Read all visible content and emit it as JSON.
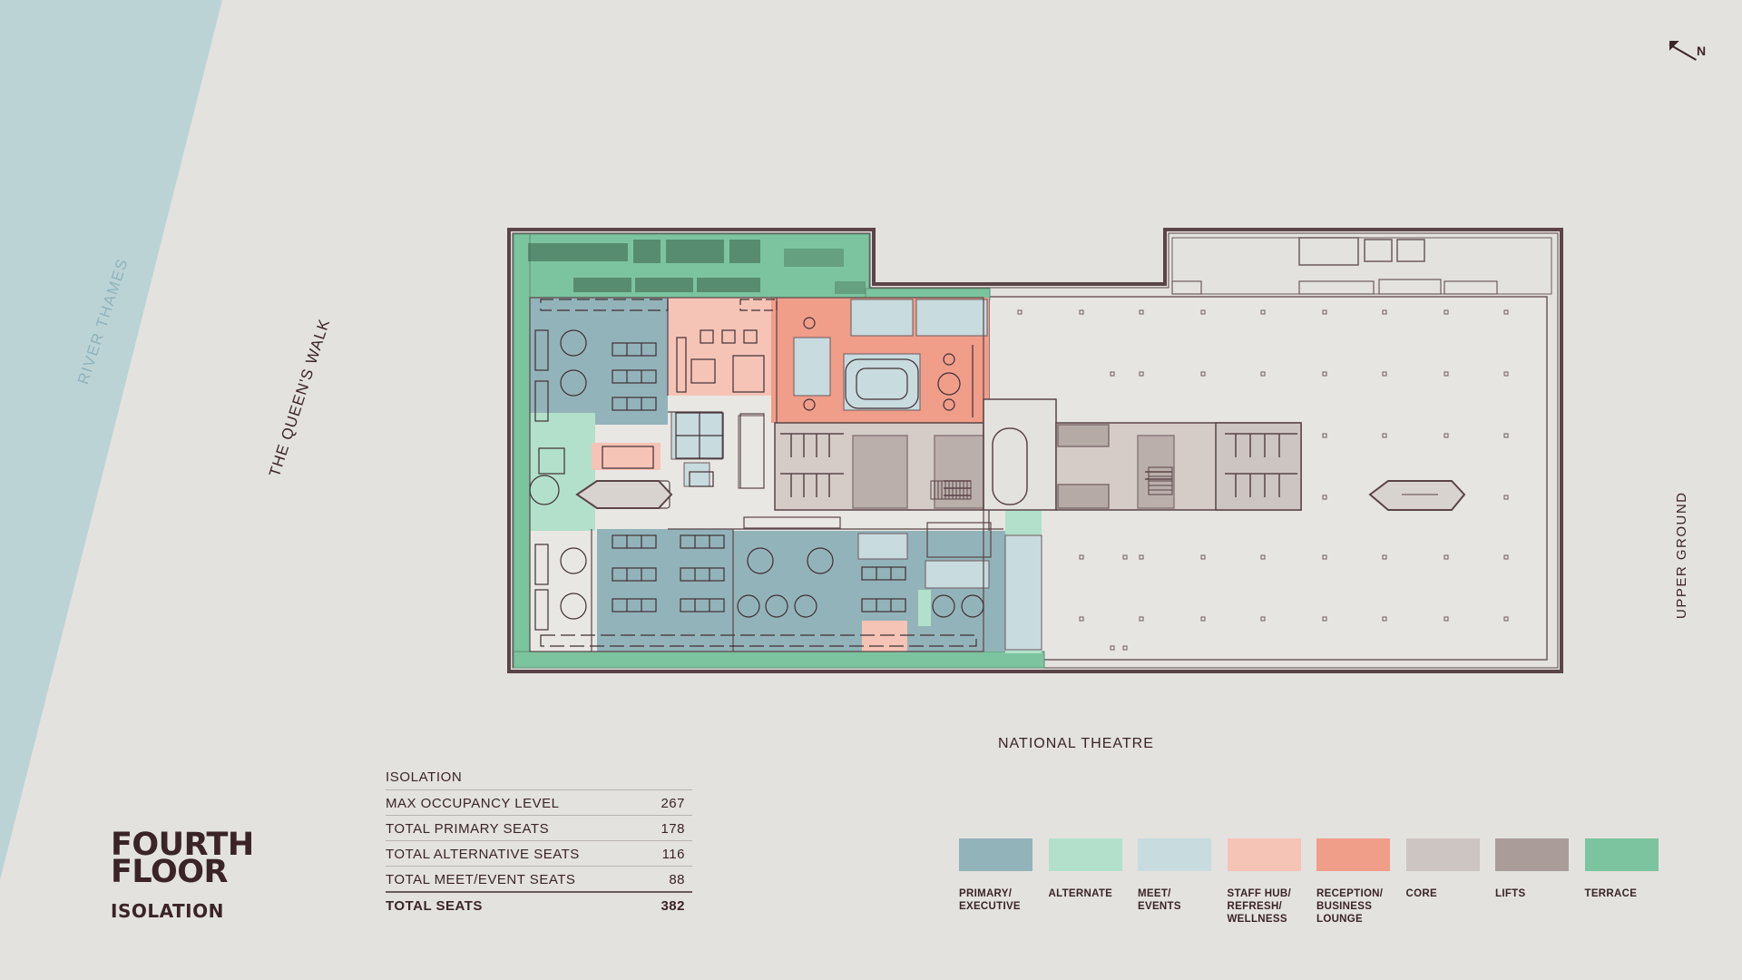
{
  "labels": {
    "river": "RIVER THAMES",
    "walk": "THE QUEEN'S WALK",
    "upper": "UPPER GROUND",
    "theatre": "NATIONAL THEATRE",
    "north": "N"
  },
  "title": {
    "line1": "FOURTH",
    "line2": "FLOOR",
    "subtitle": "ISOLATION"
  },
  "seats": {
    "heading": "ISOLATION",
    "rows": [
      {
        "label": "MAX OCCUPANCY LEVEL",
        "value": "267"
      },
      {
        "label": "TOTAL PRIMARY SEATS",
        "value": "178"
      },
      {
        "label": "TOTAL ALTERNATIVE SEATS",
        "value": "116"
      },
      {
        "label": "TOTAL MEET/EVENT SEATS",
        "value": "88"
      }
    ],
    "total": {
      "label": "TOTAL SEATS",
      "value": "382"
    }
  },
  "legend": [
    {
      "label": "PRIMARY/\nEXECUTIVE",
      "color": "#93b3ba"
    },
    {
      "label": "ALTERNATE",
      "color": "#b2e0cb"
    },
    {
      "label": "MEET/\nEVENTS",
      "color": "#c8dbdf"
    },
    {
      "label": "STAFF HUB/\nREFRESH/\nWELLNESS",
      "color": "#f6c3b7"
    },
    {
      "label": "RECEPTION/\nBUSINESS\nLOUNGE",
      "color": "#f09d8a"
    },
    {
      "label": "CORE",
      "color": "#cdc5c1"
    },
    {
      "label": "LIFTS",
      "color": "#a99c99"
    },
    {
      "label": "TERRACE",
      "color": "#7cc49f"
    }
  ]
}
